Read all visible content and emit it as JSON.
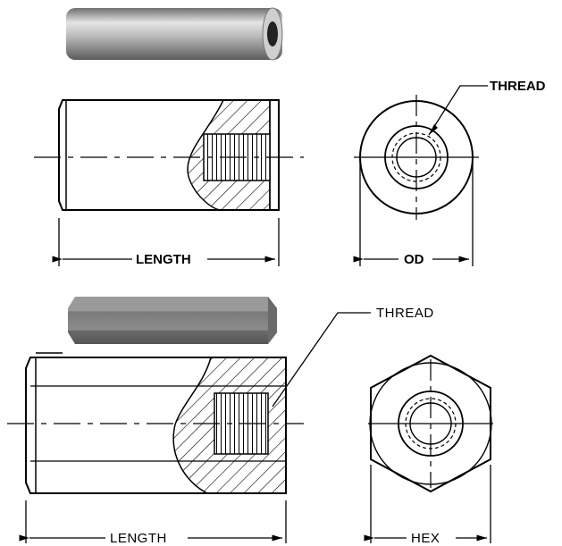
{
  "round_standoff": {
    "thread_label": "THREAD",
    "length_label": "LENGTH",
    "od_label": "OD"
  },
  "hex_standoff": {
    "thread_label": "THREAD",
    "length_label": "LENGTH",
    "hex_label": "HEX"
  },
  "colors": {
    "ink": "#000000",
    "paper": "#ffffff",
    "metal_dark": "#8a8a8a",
    "metal_light": "#dcdcdc"
  }
}
